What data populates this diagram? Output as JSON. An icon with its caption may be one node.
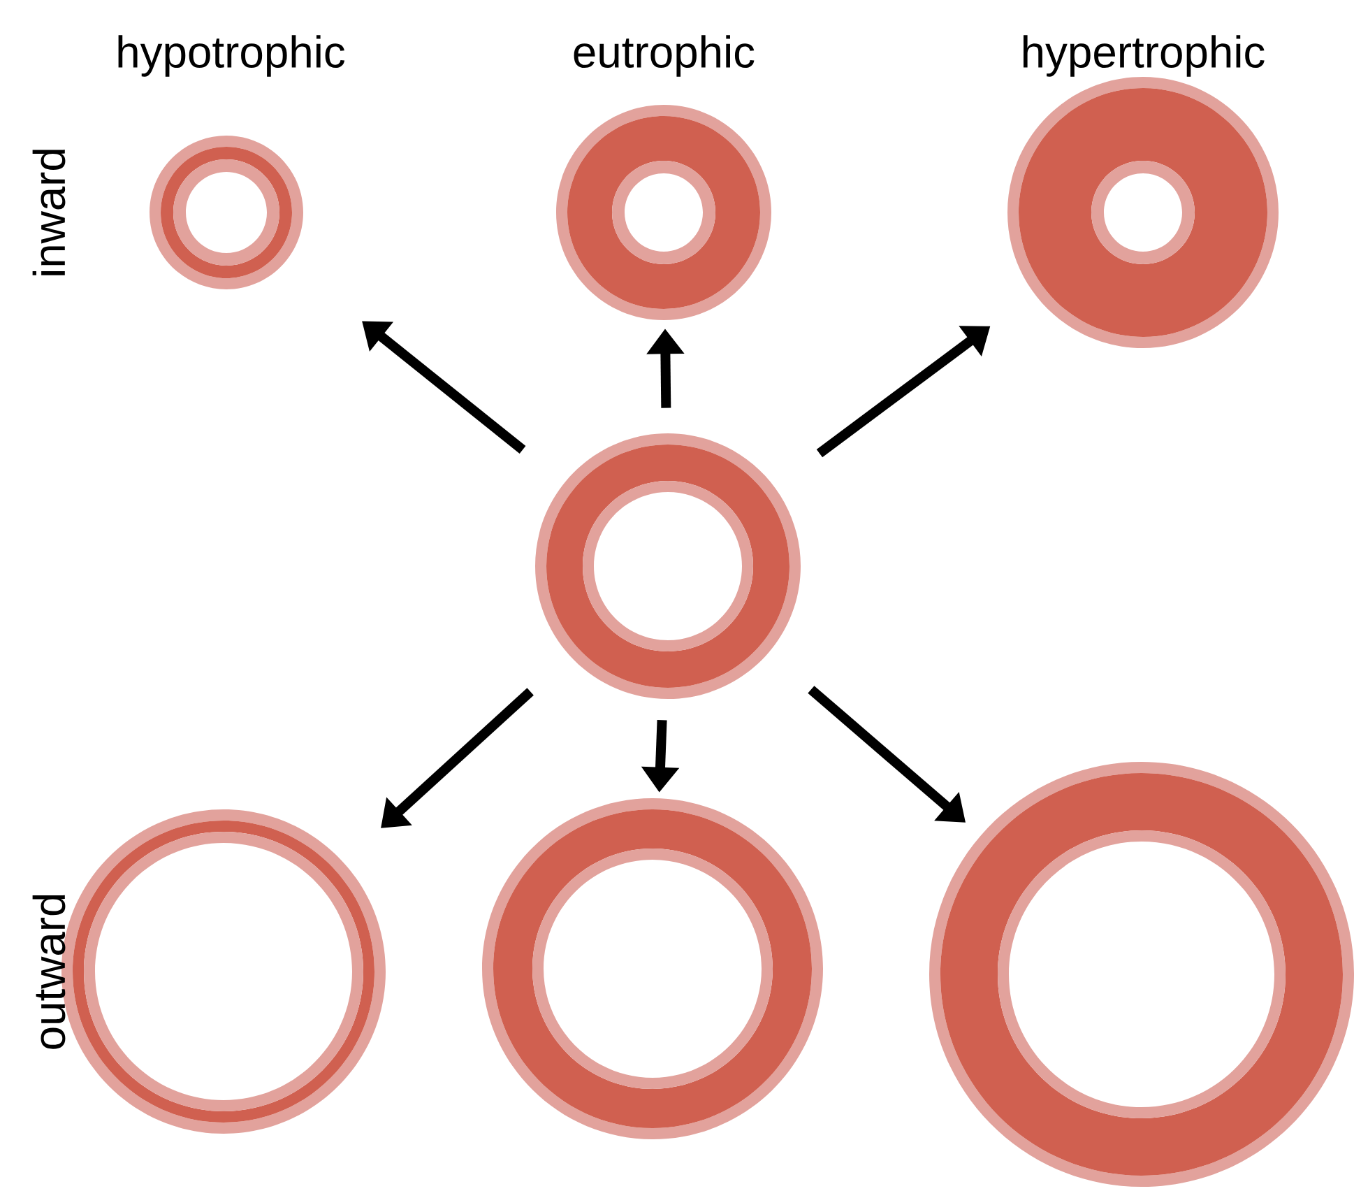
{
  "diagram": {
    "nodes": [
      {
        "text": [],
        "shape": "circle"
      },
      {
        "text": [],
        "shape": "circle"
      },
      {
        "text": [],
        "shape": "circle"
      },
      {
        "text": [],
        "shape": "circle"
      },
      {
        "text": [],
        "shape": "circle"
      },
      {
        "text": [],
        "shape": "circle"
      },
      {
        "text": [],
        "shape": "circle"
      }
    ],
    "edges": [
      {
        "from": 3,
        "to": 0,
        "arrow": "to"
      },
      {
        "from": 3,
        "to": 1,
        "arrow": "to"
      },
      {
        "from": 3,
        "to": 2,
        "arrow": "to"
      },
      {
        "from": 3,
        "to": 4,
        "arrow": "to"
      },
      {
        "from": 3,
        "to": 5,
        "arrow": "to"
      },
      {
        "from": 3,
        "to": 6,
        "arrow": "to"
      }
    ],
    "labels": [
      "hypotrophic",
      "eutrophic",
      "hypertrophic",
      "inward",
      "outward"
    ]
  }
}
